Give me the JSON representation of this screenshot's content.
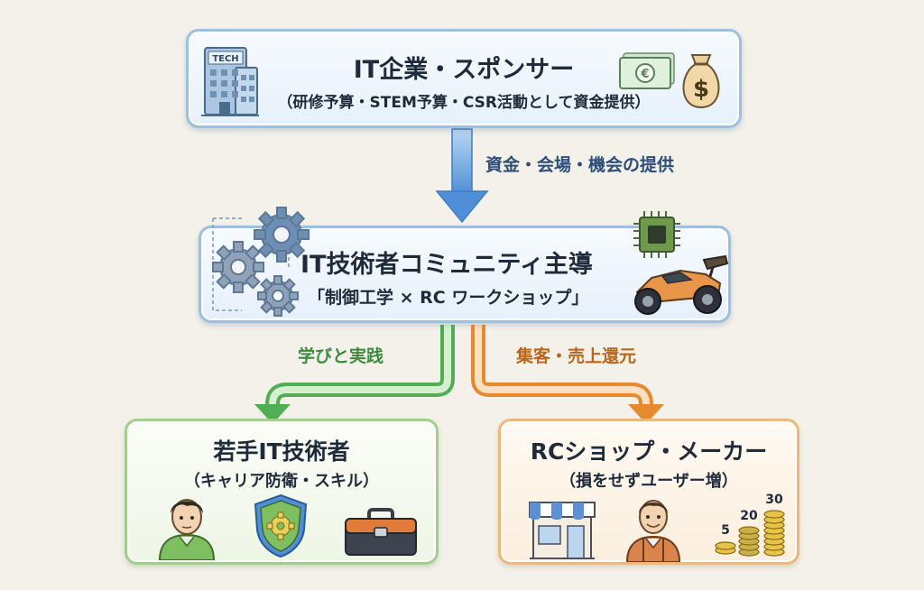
{
  "sponsor": {
    "title": "IT企業・スポンサー",
    "subtitle": "（研修予算・STEM予算・CSR活動として資金提供）",
    "building_sign": "TECH",
    "money_bag_symbol": "$",
    "icons": [
      "office-building-icon",
      "banknote-icon",
      "money-bag-icon"
    ]
  },
  "arrow_top": {
    "label": "資金・会場・機会の提供",
    "color": "#4f8fd8"
  },
  "community": {
    "title": "IT技術者コミュニティ主導",
    "subtitle": "「制御工学 × RC ワークショップ」",
    "icons": [
      "gears-icon",
      "microchip-icon",
      "rc-car-icon"
    ]
  },
  "arrow_left": {
    "label": "学びと実践",
    "color": "#4fae56"
  },
  "arrow_right": {
    "label": "集客・売上還元",
    "color": "#e58a2e"
  },
  "engineer": {
    "title": "若手IT技術者",
    "subtitle": "（キャリア防衛・スキル）",
    "icons": [
      "person-icon",
      "shield-gear-icon",
      "toolbox-icon"
    ]
  },
  "shop": {
    "title": "RCショップ・メーカー",
    "subtitle": "（損をせずユーザー増）",
    "icons": [
      "storefront-icon",
      "shopkeeper-icon",
      "coin-stacks-icon"
    ],
    "coin_labels": [
      "5",
      "20",
      "30"
    ]
  },
  "colors": {
    "blue_accent": "#4f8fd8",
    "green_accent": "#4fae56",
    "orange_accent": "#e58a2e",
    "text": "#1f2a3a"
  }
}
